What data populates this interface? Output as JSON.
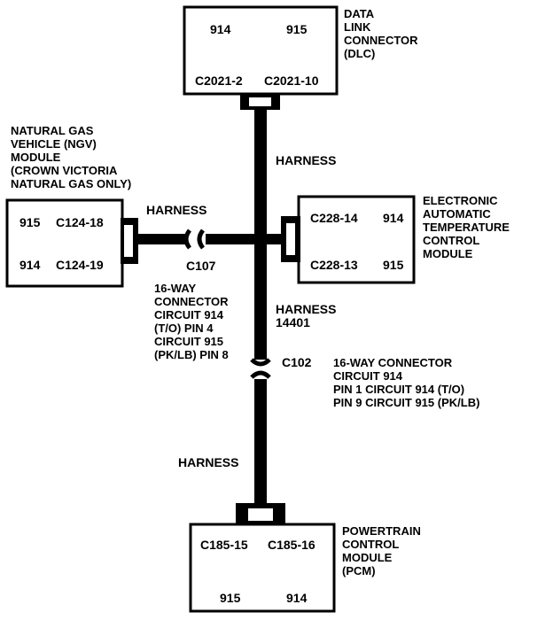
{
  "dlc": {
    "pin_left": "914",
    "pin_right": "915",
    "conn_left": "C2021-2",
    "conn_right": "C2021-10",
    "label": [
      "DATA",
      "LINK",
      "CONNECTOR",
      "(DLC)"
    ]
  },
  "ngv": {
    "label": [
      "NATURAL GAS",
      "VEHICLE (NGV)",
      "MODULE",
      "(CROWN VICTORIA",
      "NATURAL GAS ONLY)"
    ],
    "row1_pin": "915",
    "row1_conn": "C124-18",
    "row2_pin": "914",
    "row2_conn": "C124-19"
  },
  "eatc": {
    "label": [
      "ELECTRONIC",
      "AUTOMATIC",
      "TEMPERATURE",
      "CONTROL",
      "MODULE"
    ],
    "row1_conn": "C228-14",
    "row1_pin": "914",
    "row2_conn": "C228-13",
    "row2_pin": "915"
  },
  "pcm": {
    "label": [
      "POWERTRAIN",
      "CONTROL",
      "MODULE",
      "(PCM)"
    ],
    "conn_left": "C185-15",
    "conn_right": "C185-16",
    "pin_left": "915",
    "pin_right": "914"
  },
  "harness_top": "HARNESS",
  "harness_left": "HARNESS",
  "harness_mid": [
    "HARNESS",
    "14401"
  ],
  "harness_bottom": "HARNESS",
  "c107": {
    "id": "C107",
    "desc": [
      "16-WAY",
      "CONNECTOR",
      "CIRCUIT 914",
      "(T/O) PIN 4",
      "CIRCUIT 915",
      "(PK/LB) PIN 8"
    ]
  },
  "c102": {
    "id": "C102",
    "desc": [
      "16-WAY CONNECTOR",
      "CIRCUIT 914",
      "PIN 1 CIRCUIT 914 (T/O)",
      "PIN 9 CIRCUIT 915 (PK/LB)"
    ]
  }
}
